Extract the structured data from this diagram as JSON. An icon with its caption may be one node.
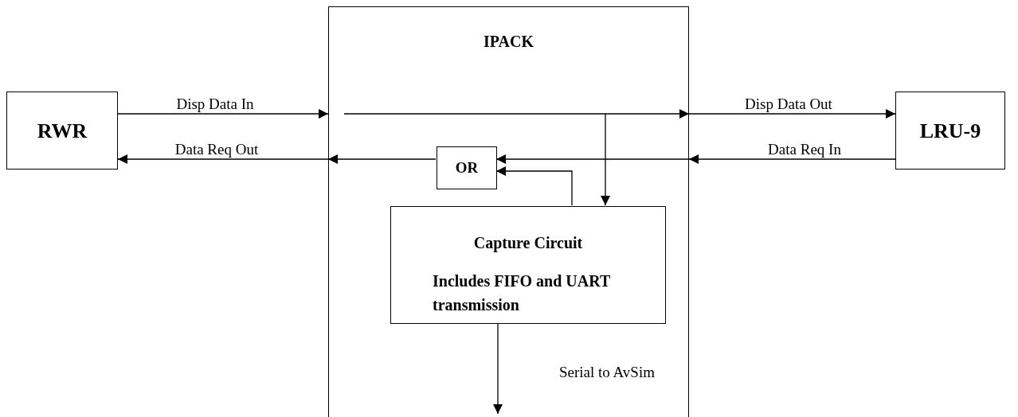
{
  "diagram": {
    "nodes": [
      {
        "text": [
          "RWR"
        ]
      },
      {
        "text": [
          "IPACK"
        ]
      },
      {
        "text": [
          "LRU-9"
        ]
      },
      {
        "text": [
          "OR"
        ],
        "in": 1
      },
      {
        "text": [
          "Capture Circuit",
          "Includes FIFO and UART transmission"
        ],
        "in": 1
      }
    ],
    "edges": [
      {
        "from": 0,
        "to": 1,
        "arrow": "to",
        "label": "Disp Data In"
      },
      {
        "from": 1,
        "to": 0,
        "arrow": "to",
        "label": "Data Req Out"
      },
      {
        "from": null,
        "to": 1,
        "arrow": "to"
      },
      {
        "from": 1,
        "to": 2,
        "arrow": "to",
        "label": "Disp Data Out"
      },
      {
        "from": 2,
        "to": 1,
        "arrow": "to",
        "label": "Data Req In"
      },
      {
        "from": 1,
        "to": 3,
        "arrow": "to"
      },
      {
        "from": 3,
        "to": 1,
        "arrow": "to"
      },
      {
        "from": null,
        "to": 4,
        "arrow": "to"
      },
      {
        "from": 4,
        "to": 3,
        "arrow": "to"
      },
      {
        "from": 4,
        "to": null,
        "arrow": "to",
        "label": "Serial to AvSim"
      }
    ]
  }
}
